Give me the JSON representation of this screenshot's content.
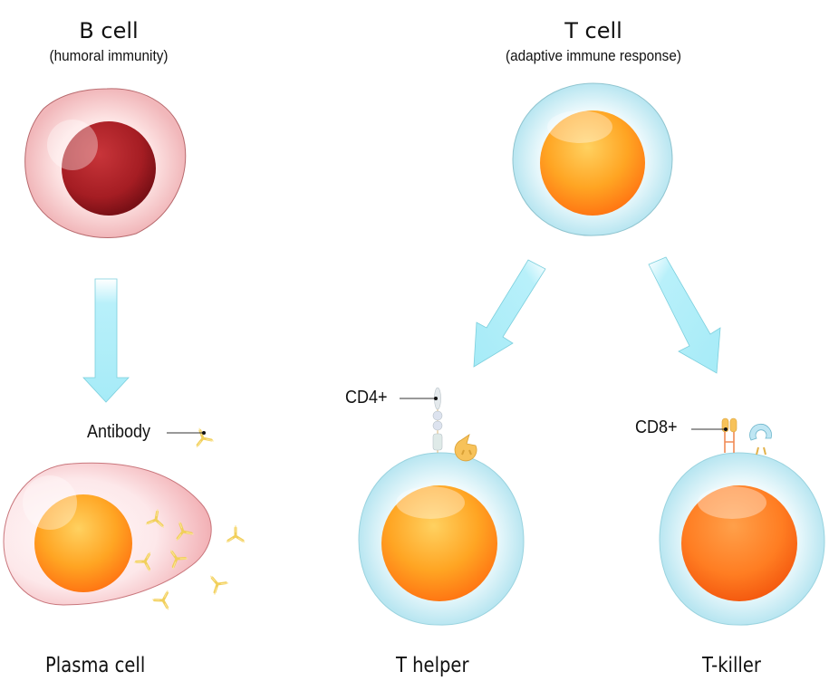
{
  "diagram": {
    "b_cell": {
      "title": "B cell",
      "subtitle": "(humoral immunity)"
    },
    "t_cell": {
      "title": "T cell",
      "subtitle": "(adaptive immune response)"
    },
    "callouts": {
      "antibody": "Antibody",
      "cd4": "CD4+",
      "cd8": "CD8+"
    },
    "bottom_labels": {
      "plasma_cell": "Plasma cell",
      "t_helper": "T helper",
      "t_killer": "T-killer"
    },
    "colors": {
      "b_cell_membrane": "#f4c4c6",
      "b_cell_nucleus": "#a81c22",
      "t_cell_membrane": "#cdeef6",
      "nucleus_orange": "#ffa41f",
      "killer_nucleus": "#ff7a1c",
      "arrow": "#a8ecf7",
      "antibody": "#f5d66a"
    }
  }
}
